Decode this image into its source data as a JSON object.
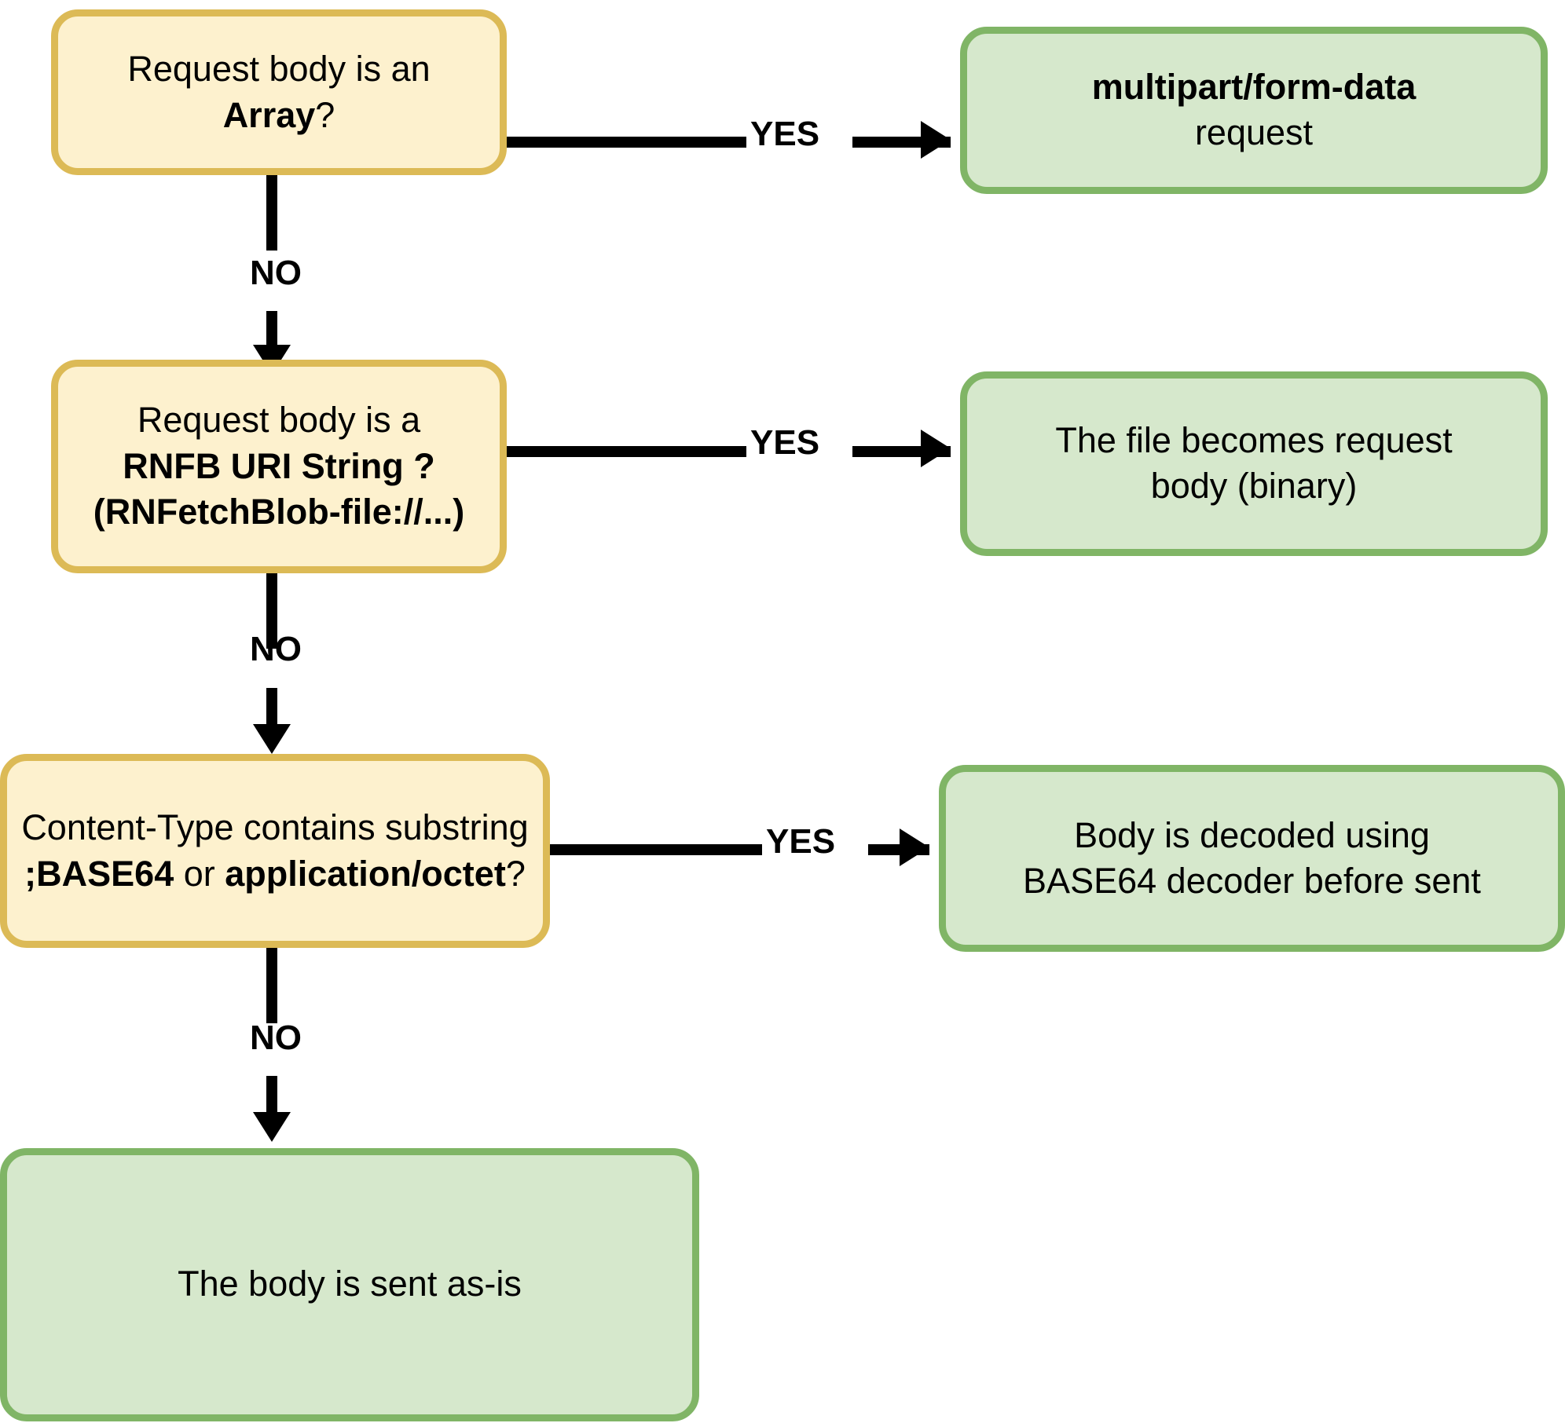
{
  "diagram": {
    "title": "RNFetchBlob request body handling decision flow",
    "colors": {
      "decision_fill": "#FDF1CE",
      "decision_border": "#DCBA56",
      "terminal_fill": "#D6E8CC",
      "terminal_border": "#80B566",
      "connector": "#000000"
    },
    "nodes": [
      {
        "id": "q1",
        "type": "decision",
        "line1_plain": "Request body is an ",
        "line1_bold": "Array",
        "line1_tail": "?"
      },
      {
        "id": "a1",
        "type": "terminal",
        "line1_bold": "multipart/form-data",
        "line2_plain": "request"
      },
      {
        "id": "q2",
        "type": "decision",
        "line1_plain": "Request body is a",
        "line2_bold": "RNFB URI String ?",
        "line3_bold": "(RNFetchBlob-file://...)"
      },
      {
        "id": "a2",
        "type": "terminal",
        "line1_plain": "The file becomes request",
        "line2_plain": "body (binary)"
      },
      {
        "id": "q3",
        "type": "decision",
        "line1_plain": "Content-Type contains substring",
        "line2_bold_a": ";BASE64",
        "line2_plain_mid": " or ",
        "line2_bold_b": "application/octet",
        "line2_tail": "?"
      },
      {
        "id": "a3",
        "type": "terminal",
        "line1_plain": "Body is decoded using",
        "line2_plain": "BASE64 decoder before sent"
      },
      {
        "id": "a4",
        "type": "terminal",
        "line1_plain": "The body is sent as-is"
      }
    ],
    "edges": [
      {
        "id": "e1",
        "from": "q1",
        "to": "a1",
        "label": "YES",
        "direction": "right"
      },
      {
        "id": "e2",
        "from": "q1",
        "to": "q2",
        "label": "NO",
        "direction": "down"
      },
      {
        "id": "e3",
        "from": "q2",
        "to": "a2",
        "label": "YES",
        "direction": "right"
      },
      {
        "id": "e4",
        "from": "q2",
        "to": "q3",
        "label": "NO",
        "direction": "down"
      },
      {
        "id": "e5",
        "from": "q3",
        "to": "a3",
        "label": "YES",
        "direction": "right"
      },
      {
        "id": "e6",
        "from": "q3",
        "to": "a4",
        "label": "NO",
        "direction": "down"
      }
    ]
  }
}
